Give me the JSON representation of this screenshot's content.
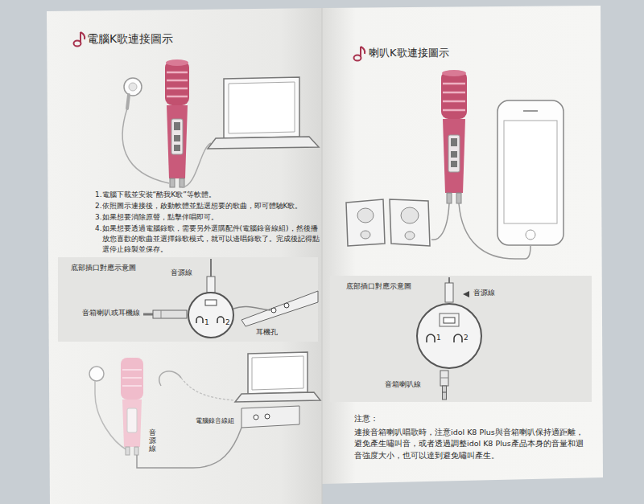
{
  "diagram": {
    "nodes": [
      {
        "text": [
          "底部插口對應示意圖",
          "音源線",
          "音箱喇叭或耳機線",
          "1",
          "2",
          "耳機孔"
        ]
      },
      {
        "text": [
          "底部插口對應示意圖",
          "音源線",
          "1",
          "2",
          "音箱喇叭線"
        ]
      }
    ],
    "labels": [
      "電腦K歌連接圖示",
      "1.電腦下載並安裝“酷我K歌”等軟體。",
      "2.依照圖示連接後，啟動軟體並點選想要的歌曲，即可體驗K歌。",
      "3.如果想要消除原聲，點擊伴唱即可。",
      "4.如果想要透過電腦錄歌，需要另外選購配件(電腦錄音線組)，然後播放您喜歡的歌曲並選擇錄歌模式，就可以邊唱錄歌了。完成後記得點選停止錄製並保存。",
      "電腦錄音線組",
      "音源線",
      "喇叭K歌連接圖示",
      "注意：",
      "連接音箱喇叭唱歌時，注意idol K8 Plus與音箱喇叭保持適距離，避免產生嘯叫音，或者透過調整idol K8 Plus產品本身的音量和迴音強度大小，也可以達到避免嘯叫產生。"
    ]
  }
}
